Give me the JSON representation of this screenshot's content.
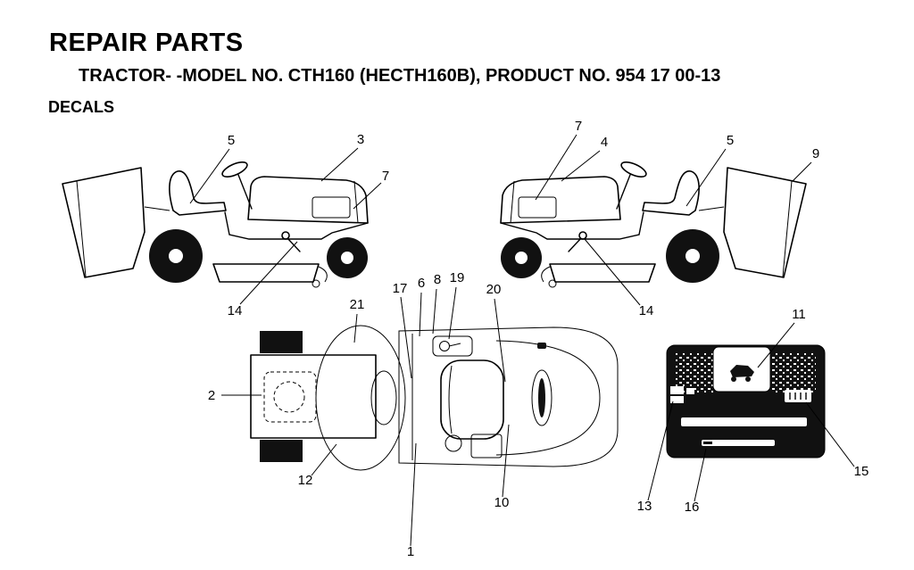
{
  "header": {
    "title": "REPAIR PARTS",
    "subtitle": "TRACTOR- -MODEL NO. CTH160 (HECTH160B), PRODUCT NO. 954 17 00-13",
    "section": "DECALS"
  },
  "views": {
    "left_side": {
      "callouts": [
        "5",
        "3",
        "7",
        "14"
      ]
    },
    "right_side": {
      "callouts": [
        "7",
        "4",
        "5",
        "9",
        "14"
      ]
    },
    "top": {
      "callouts": [
        "21",
        "17",
        "6",
        "8",
        "19",
        "20",
        "2",
        "12",
        "1",
        "10"
      ]
    },
    "rear_panel": {
      "callouts": [
        "11",
        "13",
        "16",
        "15"
      ]
    }
  },
  "colors": {
    "line_art": "#000000",
    "panel": "#111111",
    "background": "#ffffff"
  }
}
